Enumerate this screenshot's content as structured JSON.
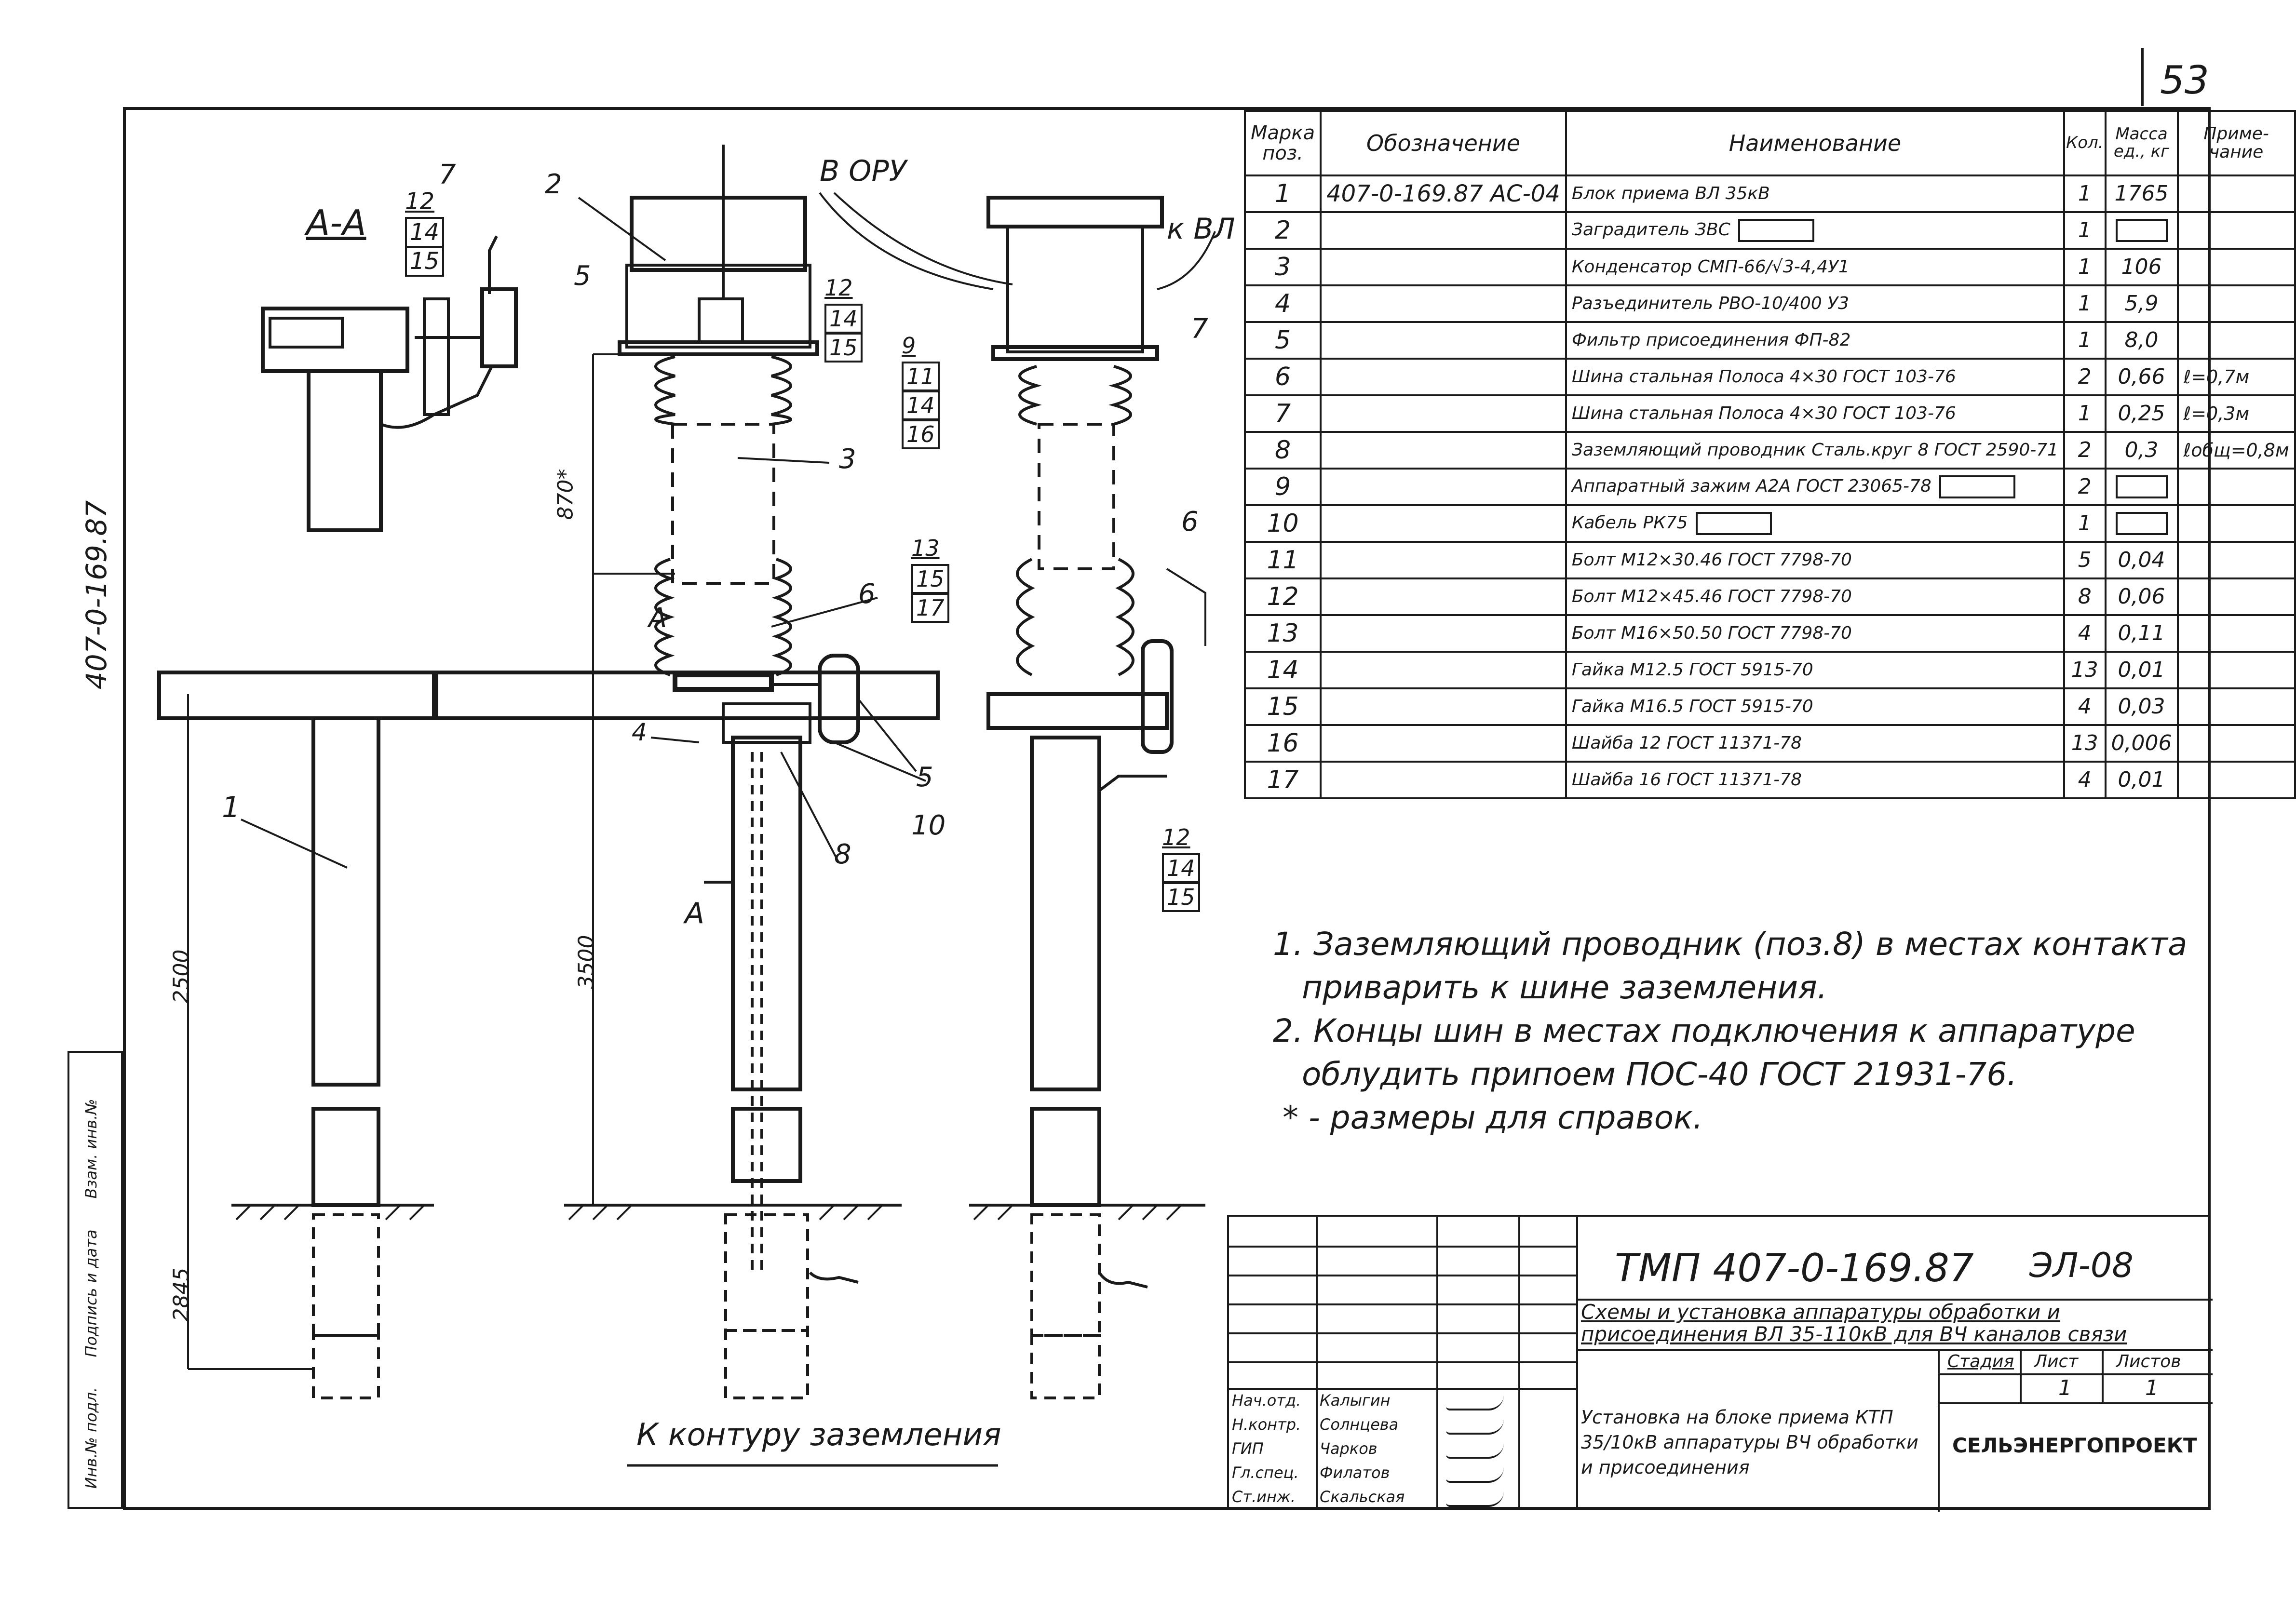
{
  "page_number": "53",
  "side_code": "407-0-169.87",
  "drawing": {
    "section_label": "А-А",
    "to_oru": "В ОРУ",
    "to_vl": "к ВЛ",
    "ground_label": "К контуру заземления",
    "dim_870": "870*",
    "dim_3500": "3500",
    "dim_2500": "2500",
    "dim_2845": "2845",
    "arrow_a": "А",
    "callouts_aa": [
      "7",
      "12",
      "14",
      "15",
      "5"
    ],
    "callouts_mid": [
      "2",
      "3",
      "12",
      "14",
      "15",
      "9",
      "11",
      "14",
      "16",
      "6",
      "4",
      "8",
      "10",
      "5",
      "13",
      "15",
      "17",
      "1"
    ],
    "callouts_right": [
      "7",
      "6",
      "12",
      "14",
      "15"
    ]
  },
  "spec_table": {
    "headers": [
      "Марка поз.",
      "Обозначение",
      "Наименование",
      "Кол.",
      "Масса ед., кг",
      "Приме- чание"
    ],
    "rows": [
      {
        "pos": "1",
        "designation": "407-0-169.87  АС-04",
        "name": "Блок приема ВЛ 35кВ",
        "qty": "1",
        "mass": "1765",
        "note": ""
      },
      {
        "pos": "2",
        "designation": "",
        "name": "Заградитель ЗВС",
        "qty": "1",
        "mass": "",
        "note": ""
      },
      {
        "pos": "3",
        "designation": "",
        "name": "Конденсатор СМП-66/√3-4,4У1",
        "qty": "1",
        "mass": "106",
        "note": ""
      },
      {
        "pos": "4",
        "designation": "",
        "name": "Разъединитель РВО-10/400 У3",
        "qty": "1",
        "mass": "5,9",
        "note": ""
      },
      {
        "pos": "5",
        "designation": "",
        "name": "Фильтр присоединения ФП-82",
        "qty": "1",
        "mass": "8,0",
        "note": ""
      },
      {
        "pos": "6",
        "designation": "",
        "name": "Шина стальная Полоса 4×30 ГОСТ 103-76",
        "qty": "2",
        "mass": "0,66",
        "note": "ℓ=0,7м"
      },
      {
        "pos": "7",
        "designation": "",
        "name": "Шина стальная Полоса 4×30 ГОСТ 103-76",
        "qty": "1",
        "mass": "0,25",
        "note": "ℓ=0,3м"
      },
      {
        "pos": "8",
        "designation": "",
        "name": "Заземляющий проводник Сталь.круг 8 ГОСТ 2590-71",
        "qty": "2",
        "mass": "0,3",
        "note": "ℓобщ=0,8м"
      },
      {
        "pos": "9",
        "designation": "",
        "name": "Аппаратный зажим А2А ГОСТ 23065-78",
        "qty": "2",
        "mass": "",
        "note": ""
      },
      {
        "pos": "10",
        "designation": "",
        "name": "Кабель РК75",
        "qty": "1",
        "mass": "",
        "note": ""
      },
      {
        "pos": "11",
        "designation": "",
        "name": "Болт М12×30.46 ГОСТ 7798-70",
        "qty": "5",
        "mass": "0,04",
        "note": ""
      },
      {
        "pos": "12",
        "designation": "",
        "name": "Болт М12×45.46 ГОСТ 7798-70",
        "qty": "8",
        "mass": "0,06",
        "note": ""
      },
      {
        "pos": "13",
        "designation": "",
        "name": "Болт М16×50.50 ГОСТ 7798-70",
        "qty": "4",
        "mass": "0,11",
        "note": ""
      },
      {
        "pos": "14",
        "designation": "",
        "name": "Гайка М12.5 ГОСТ 5915-70",
        "qty": "13",
        "mass": "0,01",
        "note": ""
      },
      {
        "pos": "15",
        "designation": "",
        "name": "Гайка М16.5 ГОСТ 5915-70",
        "qty": "4",
        "mass": "0,03",
        "note": ""
      },
      {
        "pos": "16",
        "designation": "",
        "name": "Шайба 12 ГОСТ 11371-78",
        "qty": "13",
        "mass": "0,006",
        "note": ""
      },
      {
        "pos": "17",
        "designation": "",
        "name": "Шайба 16 ГОСТ 11371-78",
        "qty": "4",
        "mass": "0,01",
        "note": ""
      }
    ]
  },
  "notes": [
    "1. Заземляющий проводник (поз.8) в местах контакта",
    "приварить к шине заземления.",
    "2. Концы шин в местах подключения к аппаратуре",
    "облудить припоем ПОС-40 ГОСТ 21931-76.",
    "* - размеры для справок."
  ],
  "title_block": {
    "code": "ТМП 407-0-169.87",
    "sheet_code": "ЭЛ-08",
    "subject": "Схемы и установка аппаратуры обработки и присоединения ВЛ 35-110кВ для ВЧ каналов связи",
    "sheet_title": "Установка на блоке приема КТП 35/10кВ аппаратуры ВЧ обработки и присоединения",
    "stage_label": "Стадия",
    "sheet_label": "Лист",
    "sheets_label": "Листов",
    "stage": "",
    "sheet": "1",
    "sheets": "1",
    "org": "СЕЛЬЭНЕРГОПРОЕКТ",
    "signers": [
      {
        "role": "Нач.отд.",
        "name": "Калыгин"
      },
      {
        "role": "Н.контр.",
        "name": "Солнцева"
      },
      {
        "role": "ГИП",
        "name": "Чарков"
      },
      {
        "role": "Гл.спец.",
        "name": "Филатов"
      },
      {
        "role": "Ст.инж.",
        "name": "Скальская"
      }
    ]
  },
  "side_stamp": [
    "Инв.№ подл.",
    "Подпись и дата",
    "Взам. инв.№"
  ]
}
